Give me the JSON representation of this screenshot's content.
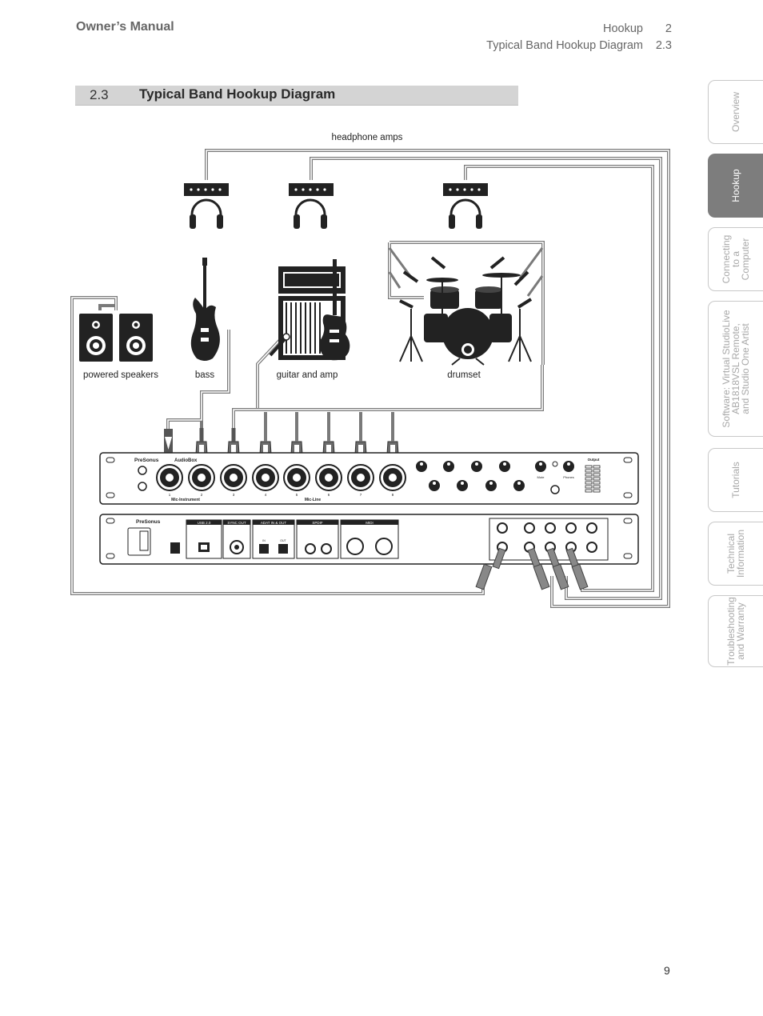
{
  "header": {
    "manual_title": "Owner’s Manual",
    "chapter": "Hookup",
    "chapter_num": "2",
    "section": "Typical Band Hookup Diagram",
    "section_num": "2.3"
  },
  "section": {
    "number": "2.3",
    "title": "Typical Band Hookup Diagram"
  },
  "diagram": {
    "labels": {
      "headphone_amps": "headphone amps",
      "powered_speakers": "powered speakers",
      "bass": "bass",
      "guitar_and_amp": "guitar and amp",
      "drumset": "drumset"
    },
    "front_panel": {
      "brand": "PreSonus",
      "model": "AudioBox",
      "mic_instrument": "Mic-Instrument",
      "mic_line": "Mic-Line",
      "inputs": [
        "1",
        "2",
        "3",
        "4",
        "5",
        "6",
        "7",
        "8"
      ],
      "output": "Output",
      "phones": "Phones",
      "mute": "Mute"
    },
    "rear_panel": {
      "brand": "PreSonus",
      "usb": "USB 2.0",
      "sync_out": "SYNC OUT",
      "adat": "ADAT IN & OUT",
      "spdif": "SPDIF",
      "midi": "MIDI",
      "in": "IN",
      "out": "OUT"
    }
  },
  "tabs": [
    {
      "label": "Overview",
      "active": false
    },
    {
      "label": "Hookup",
      "active": true
    },
    {
      "label": "Connecting\nto a\nComputer",
      "active": false
    },
    {
      "label": "Software: Virtual StudioLive\nAB1818VSL Remote,\nand Studio One Artist",
      "active": false
    },
    {
      "label": "Tutorials",
      "active": false
    },
    {
      "label": "Technical\nInformation",
      "active": false
    },
    {
      "label": "Troubleshooting\nand Warranty",
      "active": false
    }
  ],
  "page_number": "9"
}
